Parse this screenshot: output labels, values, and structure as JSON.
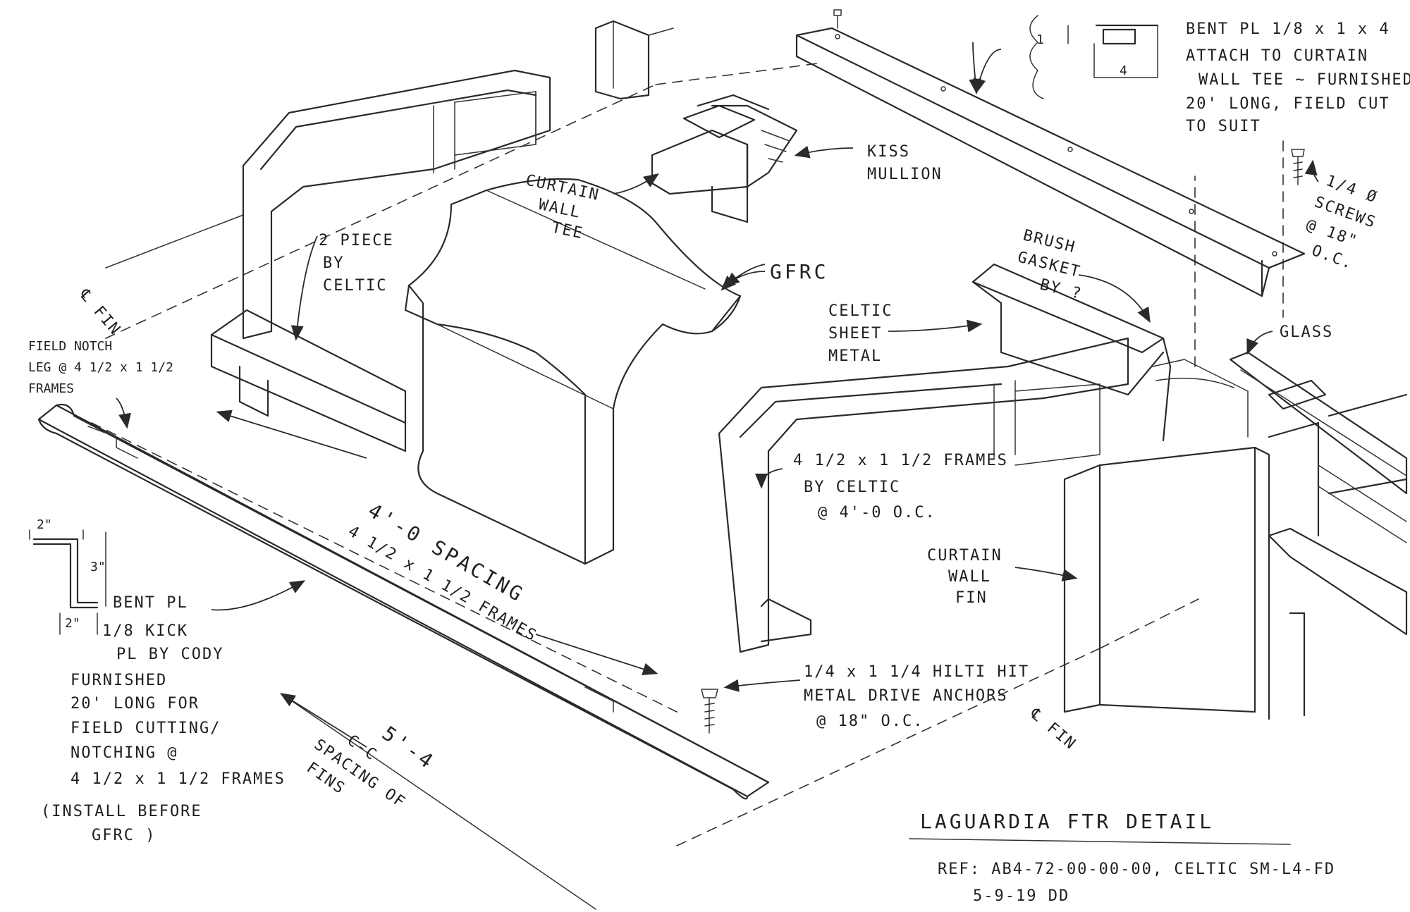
{
  "drawing": {
    "title": "LAGUARDIA FTR DETAIL",
    "ref": "REF: AB4-72-00-00-00, CELTIC SM-L4-FD",
    "date_initials": "5-9-19  DD"
  },
  "labels": {
    "bent_pl_top": [
      "BENT PL 1/8 x 1 x 4",
      "ATTACH TO CURTAIN",
      "WALL TEE ~ FURNISHED",
      "20' LONG, FIELD CUT",
      "TO SUIT"
    ],
    "dim_1": "1",
    "dim_4": "4",
    "screws": [
      "1/4 Ø",
      "SCREWS",
      "@ 18\"",
      "O.C."
    ],
    "kiss_mullion": [
      "KISS",
      "MULLION"
    ],
    "curtain_wall_tee": [
      "CURTAIN",
      "WALL",
      "TEE"
    ],
    "two_piece": [
      "2 PIECE",
      "BY",
      "CELTIC"
    ],
    "gfrc": "GFRC",
    "cl_fin_left": "℄ FIN",
    "brush_gasket": [
      "BRUSH",
      "GASKET",
      "BY ?"
    ],
    "celtic_sheet_metal": [
      "CELTIC",
      "SHEET",
      "METAL"
    ],
    "glass": "GLASS",
    "field_notch": [
      "FIELD NOTCH",
      "LEG @ 4 1/2 x 1 1/2",
      "FRAMES"
    ],
    "frames_by_celtic": [
      "4 1/2 x 1 1/2 FRAMES",
      "BY CELTIC",
      "@ 4'-0 O.C."
    ],
    "spacing_4": [
      "4'-0 SPACING",
      "4 1/2 x 1 1/2 FRAMES"
    ],
    "curtain_wall_fin": [
      "CURTAIN",
      "WALL",
      "FIN"
    ],
    "dim_2_top": "2\"",
    "dim_3": "3\"",
    "dim_2_bot": "2\"",
    "bent_pl_kick": [
      "BENT PL",
      "1/8 KICK",
      "PL BY CODY",
      "FURNISHED",
      "20' LONG FOR",
      "FIELD CUTTING/",
      "NOTCHING @",
      "4 1/2 x 1 1/2 FRAMES",
      "(INSTALL BEFORE",
      "GFRC )"
    ],
    "hilti": [
      "1/4 x 1 1/4 HILTI HIT",
      "METAL DRIVE ANCHORS",
      "@ 18\" O.C."
    ],
    "spacing_5": [
      "5'-4",
      "C-C",
      "SPACING OF",
      "FINS"
    ],
    "cl_fin_right": "℄ FIN"
  }
}
